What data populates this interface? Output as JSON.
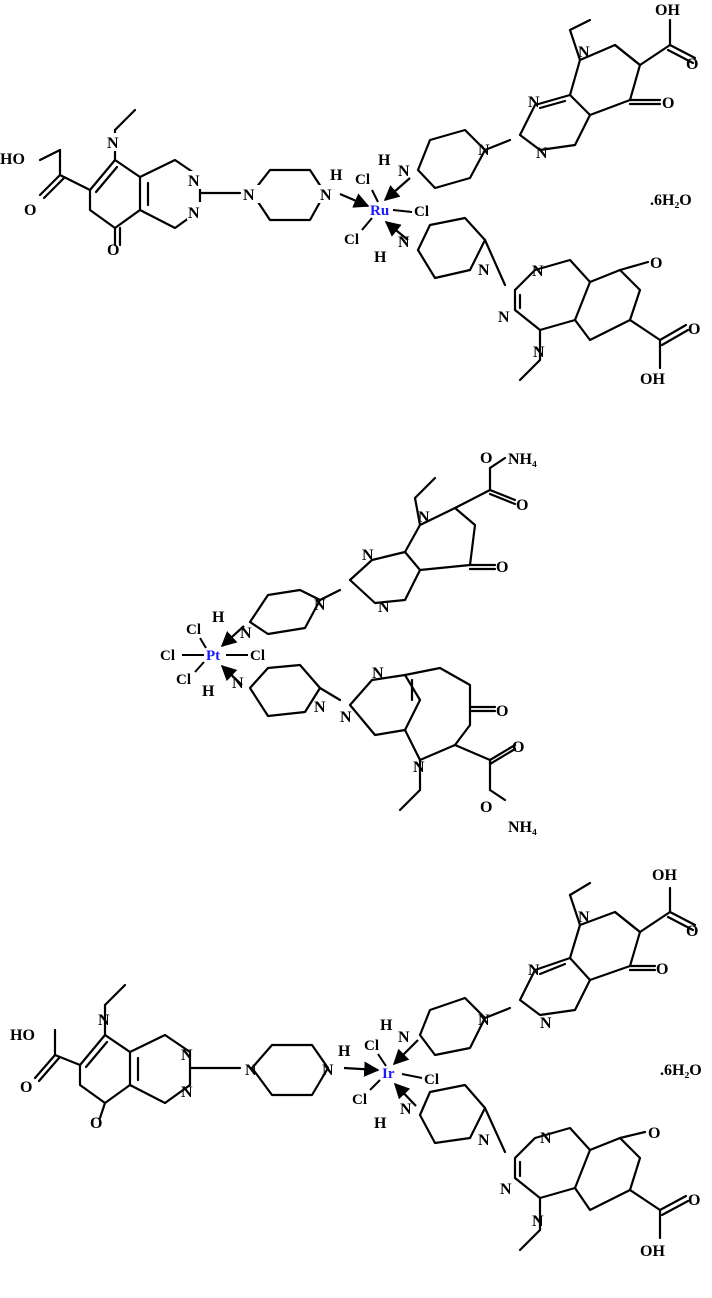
{
  "complexes": [
    {
      "metal": "Ru",
      "hydrate": ".6H₂O",
      "acid": "OH",
      "ligands": 3
    },
    {
      "metal": "Pt",
      "hydrate": "",
      "salt": "NH₄",
      "ligands": 2
    },
    {
      "metal": "Ir",
      "hydrate": ".6H₂O",
      "acid": "OH",
      "ligands": 3
    }
  ],
  "atoms": {
    "N": "N",
    "H": "H",
    "O": "O",
    "Cl": "Cl",
    "OH": "OH",
    "HO": "HO",
    "NH4": "NH₄"
  },
  "colors": {
    "metal": "#1a1aff",
    "bond": "#000000"
  }
}
